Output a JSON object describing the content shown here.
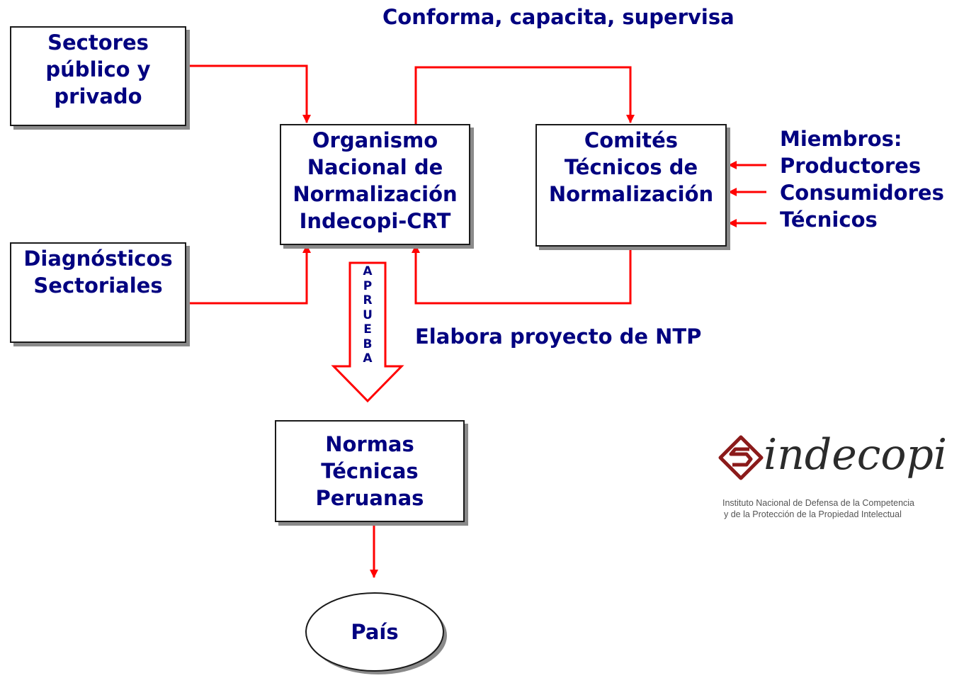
{
  "nodes": {
    "sectores": [
      "Sectores",
      "público y",
      "privado"
    ],
    "diagnosticos": [
      "Diagnósticos",
      "Sectoriales"
    ],
    "organismo": [
      "Organismo",
      "Nacional de",
      "Normalización",
      "Indecopi-CRT"
    ],
    "comites": [
      "Comités",
      "Técnicos de",
      "Normalización"
    ],
    "normas": [
      "Normas",
      "Técnicas",
      "Peruanas"
    ],
    "pais": "País"
  },
  "labels": {
    "top": "Conforma, capacita, supervisa",
    "bottom": "Elabora proyecto de NTP",
    "aprueba": [
      "A",
      "P",
      "R",
      "U",
      "E",
      "B",
      "A"
    ],
    "members": [
      "Miembros:",
      "Productores",
      "Consumidores",
      "Técnicos"
    ]
  },
  "logo": {
    "name": "indecopi",
    "subtitle": [
      "Instituto Nacional de Defensa de la Competencia",
      "y de la Protección de la Propiedad Intelectual"
    ]
  },
  "colors": {
    "text": "#000080",
    "arrows": "#ff0000",
    "box_border": "#1a1a1a",
    "box_shadow": "#8a8a8a",
    "logo_mark": "#8b1a1a"
  }
}
